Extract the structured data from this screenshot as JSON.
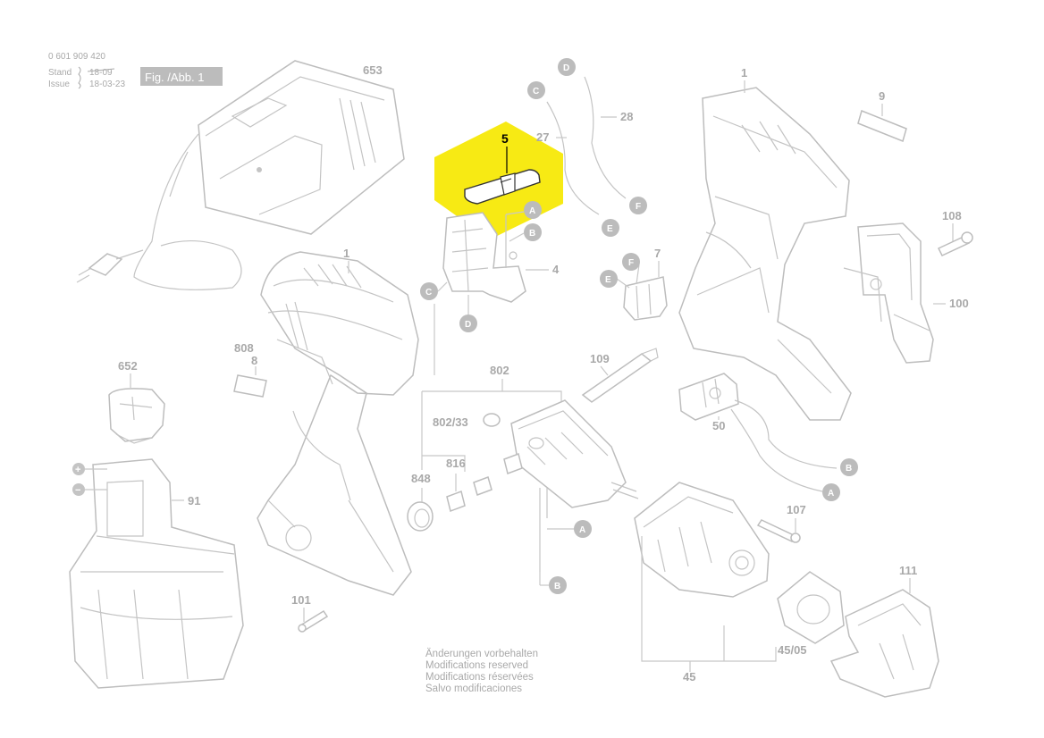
{
  "header": {
    "doc_number": "0 601 909 420",
    "stand_label": "Stand",
    "stand_value": "18-09",
    "issue_label": "Issue",
    "issue_value": "18-03-23",
    "fig_label": "Fig. /Abb. 1"
  },
  "highlight": {
    "color": "#f7ea14",
    "part_label": "5"
  },
  "part_labels": {
    "p653": "653",
    "p1a": "1",
    "p1b": "1",
    "p9": "9",
    "p108": "108",
    "p100": "100",
    "p28": "28",
    "p27": "27",
    "p4": "4",
    "p7": "7",
    "p808": "808",
    "p8": "8",
    "p652": "652",
    "p91": "91",
    "p802": "802",
    "p802_33": "802/33",
    "p109": "109",
    "p50": "50",
    "p848": "848",
    "p816": "816",
    "p107": "107",
    "p111": "111",
    "p101": "101",
    "p45_05": "45/05",
    "p45": "45"
  },
  "connectors": {
    "D": "D",
    "C": "C",
    "F": "F",
    "E": "E",
    "A": "A",
    "B": "B"
  },
  "battery_signs": {
    "plus": "+",
    "minus": "−"
  },
  "notes": [
    "Änderungen vorbehalten",
    "Modifications reserved",
    "Modifications réservées",
    "Salvo modificaciones"
  ]
}
